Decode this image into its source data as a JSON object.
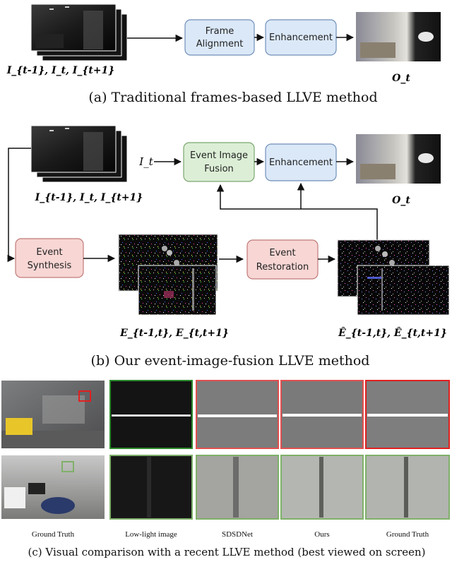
{
  "panel_a": {
    "input_label": "I_{t-1}, I_t, I_{t+1}",
    "box1_line1": "Frame",
    "box1_line2": "Alignment",
    "box2": "Enhancement",
    "output_label": "O_t",
    "caption": "(a) Traditional frames-based LLVE method"
  },
  "panel_b": {
    "input_label": "I_{t-1}, I_t, I_{t+1}",
    "mid_input": "I_t",
    "fusion_line1": "Event Image",
    "fusion_line2": "Fusion",
    "enhancement": "Enhancement",
    "output_label": "O_t",
    "synth_line1": "Event",
    "synth_line2": "Synthesis",
    "restore_line1": "Event",
    "restore_line2": "Restoration",
    "events_label": "E_{t-1,t}, E_{t,t+1}",
    "events_hat_label": "Ê_{t-1,t}, Ê_{t,t+1}",
    "caption": "(b)  Our event-image-fusion LLVE method"
  },
  "panel_c": {
    "labels": [
      "Ground Truth",
      "Low-light image",
      "SDSDNet",
      "Ours",
      "Ground Truth"
    ],
    "caption": "(c)  Visual comparison with a recent LLVE method (best viewed on screen)"
  },
  "colors": {
    "blue_box": "#dbe8f8",
    "green_box": "#dcefd6",
    "red_box": "#f7d6d4",
    "red_frame": "#e02020",
    "green_frame": "#7fb069"
  }
}
